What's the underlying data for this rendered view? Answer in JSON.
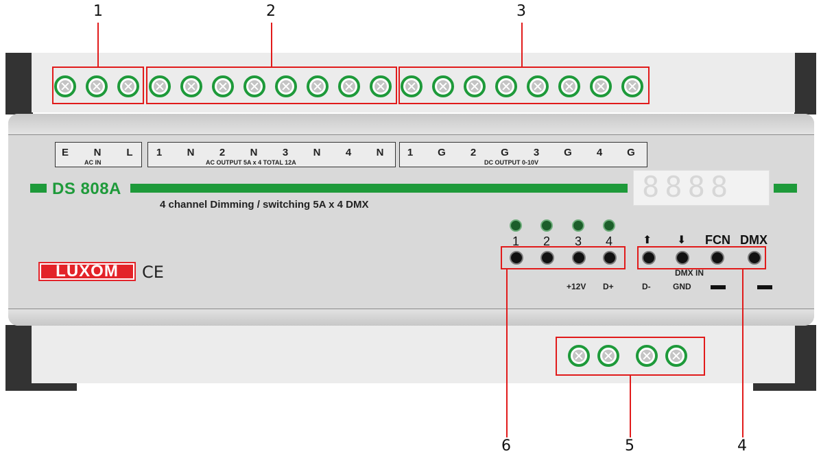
{
  "callouts": [
    "1",
    "2",
    "3",
    "4",
    "5",
    "6"
  ],
  "terminals": {
    "ac_in": {
      "labels": [
        "E",
        "N",
        "L"
      ],
      "caption": "AC IN"
    },
    "ac_output": {
      "labels": [
        "1",
        "N",
        "2",
        "N",
        "3",
        "N",
        "4",
        "N"
      ],
      "caption": "AC OUTPUT 5A x 4 TOTAL 12A"
    },
    "dc_output": {
      "labels": [
        "1",
        "G",
        "2",
        "G",
        "3",
        "G",
        "4",
        "G"
      ],
      "caption": "DC OUTPUT 0-10V"
    }
  },
  "device": {
    "model": "DS 808A",
    "description": "4 channel Dimming / switching 5A x 4 DMX",
    "display": "8888",
    "brand": "LUXOM",
    "cert": "CE"
  },
  "channel_leds": [
    "1",
    "2",
    "3",
    "4"
  ],
  "buttons": {
    "up_icon": "arrow-up-icon",
    "down_icon": "arrow-down-icon",
    "fcn": "FCN",
    "dmx": "DMX"
  },
  "lower_labels": {
    "v12": "+12V",
    "dplus": "D+",
    "dminus": "D-",
    "gnd": "GND",
    "dmx_in": "DMX IN"
  },
  "colors": {
    "accent_green": "#1e9a3a",
    "callout_red": "#e11a1a",
    "brand_red": "#e32329"
  }
}
